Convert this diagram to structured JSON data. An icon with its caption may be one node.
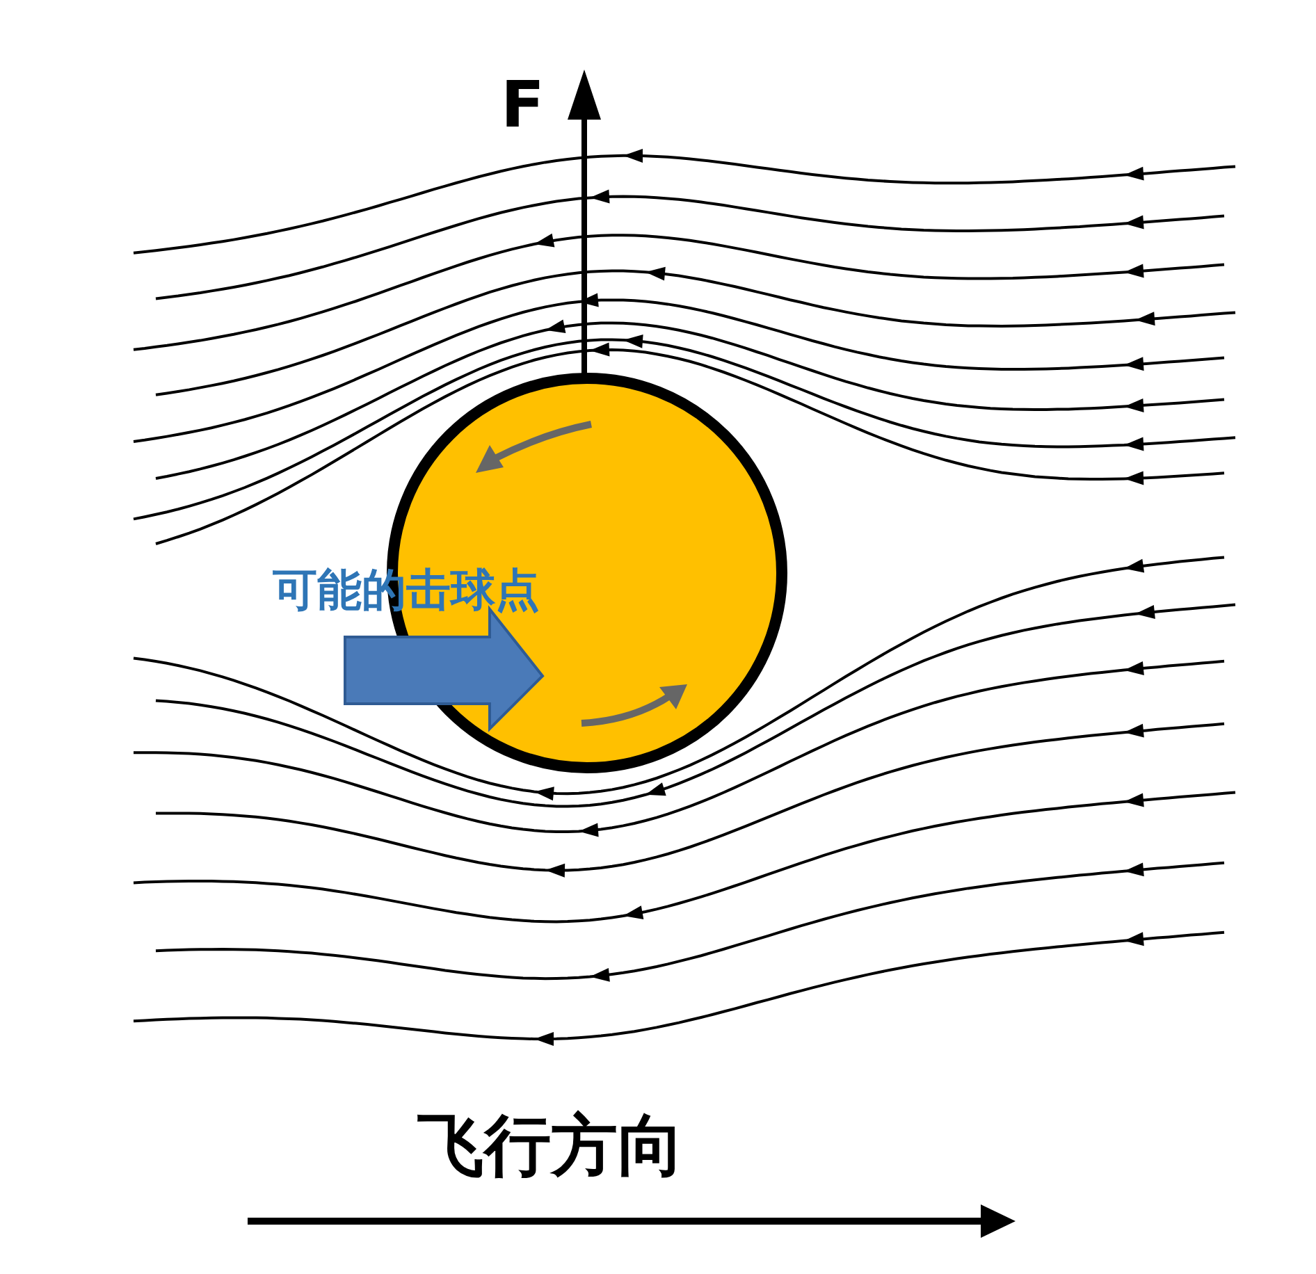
{
  "diagram": {
    "labels": [
      "F",
      "可能的击球点",
      "飞行方向"
    ]
  }
}
